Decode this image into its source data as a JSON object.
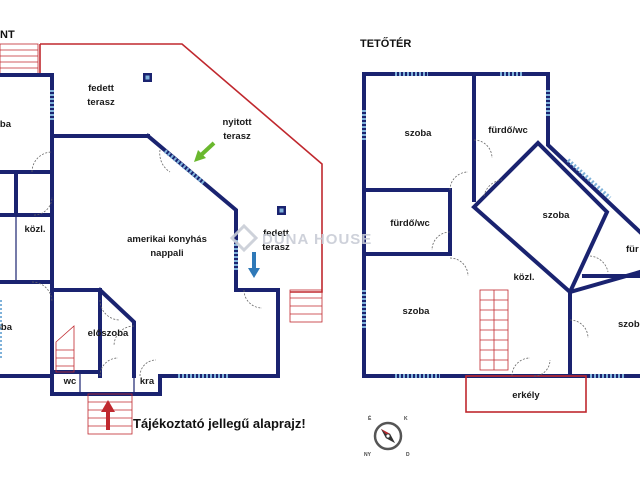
{
  "headings": {
    "ground_floor_partial": "NT",
    "attic": "TETŐTÉR"
  },
  "ground_floor_rooms": {
    "fedett_terasz_1": "fedett\nterasz",
    "nyitott_terasz": "nyitott\nterasz",
    "fedett_terasz_2": "fedett\nterasz",
    "szoba_left_top": "szoba",
    "kozl": "közl.",
    "amerikai_konyhas_nappali": "amerikai konyhás\nnappali",
    "szoba_left_bottom": "oba",
    "eloszoba": "előszoba",
    "wc": "wc",
    "kamra": "kra"
  },
  "attic_rooms": {
    "szoba_top_left": "szoba",
    "furdo_wc_top": "fürdő/wc",
    "szoba_center": "szoba",
    "furdo_wc_left": "fürdő/wc",
    "furdo_right_partial": "für",
    "kozl": "közl.",
    "szoba_bottom_left": "szoba",
    "szoba_bottom_right": "szob",
    "erkely": "erkély"
  },
  "disclaimer": "Tájékoztató jellegű alaprajz!",
  "watermark": "DUNA HOUSE",
  "compass": {
    "labels": [
      "É",
      "K",
      "D",
      "NY"
    ],
    "icon": "compass-rose-icon"
  },
  "colors": {
    "wall": "#1a2370",
    "window": "#7fb2da",
    "terrace_outline": "#c0282e",
    "arrow_green": "#6ab82e",
    "arrow_blue": "#2f79b8",
    "arrow_red": "#c0282e"
  }
}
